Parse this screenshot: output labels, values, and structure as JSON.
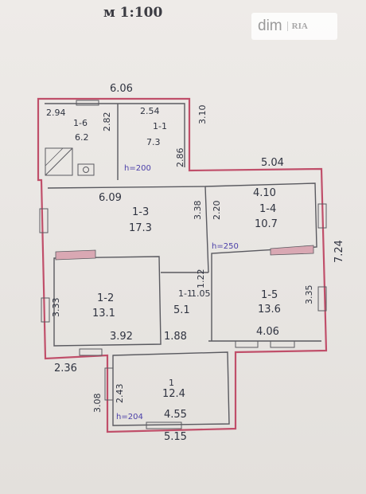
{
  "header": {
    "scale": "м 1:100"
  },
  "logo": {
    "brand": "dim",
    "suffix": "RIA"
  },
  "rooms": [
    {
      "id": "1-6",
      "area": "6.2"
    },
    {
      "id": "1-1",
      "area": "7.3"
    },
    {
      "id": "1-3",
      "area": "17.3"
    },
    {
      "id": "1-4",
      "area": "10.7"
    },
    {
      "id": "1-2",
      "area": "13.1"
    },
    {
      "id": "1-1",
      "area": "5.1"
    },
    {
      "id": "1-5",
      "area": "13.6"
    },
    {
      "id": "1",
      "area": "12.4"
    }
  ],
  "dimensions": {
    "top_width": "6.06",
    "d294": "2.94",
    "d254": "2.54",
    "d310": "3.10",
    "d282": "2.82",
    "d286": "2.86",
    "d504": "5.04",
    "d609": "6.09",
    "d338": "3.38",
    "d410": "4.10",
    "d220": "2.20",
    "d724": "7.24",
    "d333": "3.33",
    "d392": "3.92",
    "d122": "1.22",
    "d105": "1.05",
    "d188": "1.88",
    "d335": "3.35",
    "d406": "4.06",
    "d236": "2.36",
    "d308": "3.08",
    "d243": "2.43",
    "d455": "4.55",
    "d515": "5.15"
  },
  "heights": {
    "h200": "h=200",
    "h250": "h=250",
    "h204": "h=204"
  }
}
